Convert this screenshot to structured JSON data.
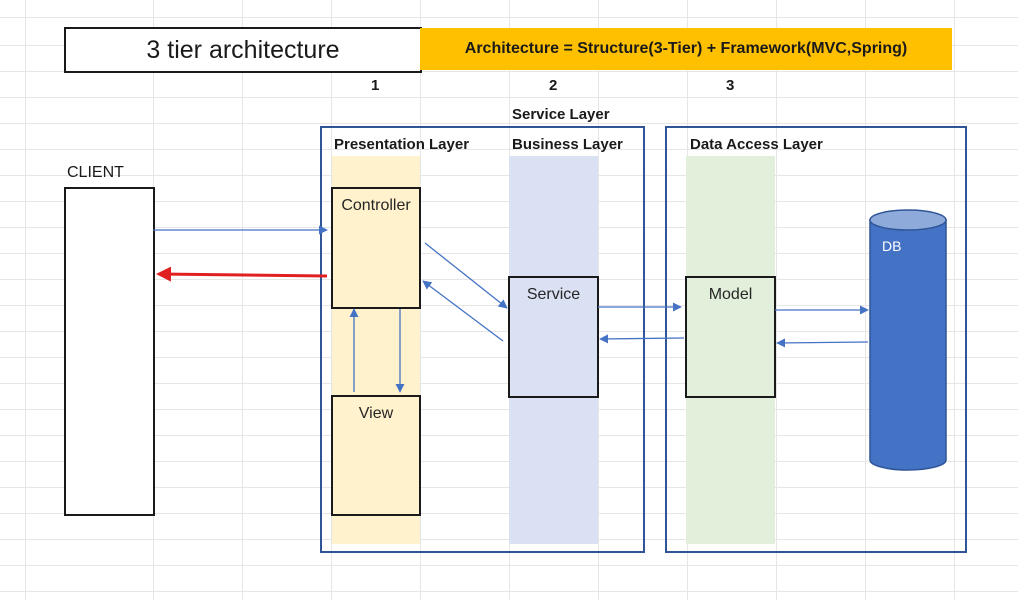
{
  "title": "3 tier architecture",
  "banner": "Architecture = Structure(3-Tier) + Framework(MVC,Spring)",
  "tier_numbers": [
    "1",
    "2",
    "3"
  ],
  "headers": {
    "service_layer": "Service Layer",
    "presentation_layer": "Presentation Layer",
    "business_layer": "Business Layer",
    "data_access_layer": "Data Access Layer"
  },
  "nodes": {
    "client": "CLIENT",
    "controller": "Controller",
    "view": "View",
    "service": "Service",
    "model": "Model",
    "db": "DB"
  },
  "colors": {
    "banner": "#ffc000",
    "presentation_band": "#fff2cc",
    "business_band": "#d9e1f2",
    "data_band": "#e2efda",
    "group_border": "#2f5597",
    "arrow": "#4472c4",
    "response_arrow": "#e02020",
    "db_fill": "#4472c4"
  }
}
